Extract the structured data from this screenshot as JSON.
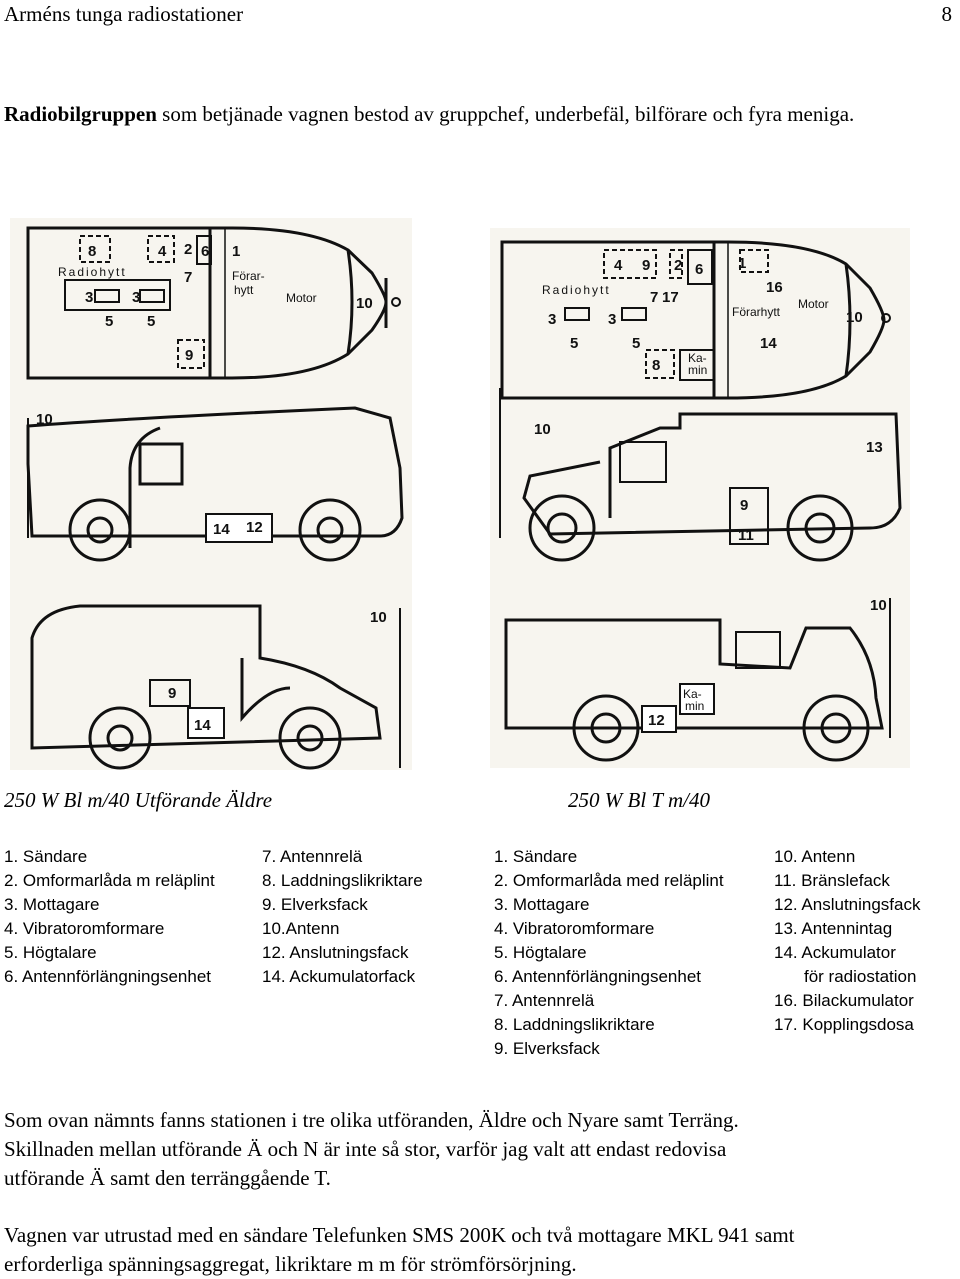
{
  "header": {
    "title": "Arméns tunga radiostationer",
    "page_number": "8"
  },
  "intro": {
    "bold": "Radiobilgruppen",
    "text": " som betjänade vagnen bestod av gruppchef, underbefäl, bilförare och fyra meniga."
  },
  "captions": {
    "left": "250 W Bl m/40 Utförande Äldre",
    "right": "250 W Bl T m/40"
  },
  "diagram_labels": {
    "radiohytt": "Radiohytt",
    "forarhytt_a": "Förar-",
    "forarhytt_b": "hytt",
    "forarhytt": "Förarhytt",
    "motor": "Motor",
    "kamin_a": "Ka-",
    "kamin_b": "min"
  },
  "legend_left_col1": [
    "1. Sändare",
    "2. Omformarlåda m reläplint",
    "3. Mottagare",
    "4. Vibratoromformare",
    "5. Högtalare",
    "6. Antennförlängningsenhet"
  ],
  "legend_left_col2": [
    "7. Antennrelä",
    "8. Laddningslikriktare",
    "9. Elverksfack",
    "10.Antenn",
    "12. Anslutningsfack",
    "14. Ackumulatorfack"
  ],
  "legend_right_col1": [
    "1. Sändare",
    "2. Omformarlåda med reläplint",
    "3. Mottagare",
    "4. Vibratoromformare",
    "5. Högtalare",
    "6. Antennförlängningsenhet",
    "7. Antennrelä",
    "8. Laddningslikriktare",
    "9. Elverksfack"
  ],
  "legend_right_col2": [
    "10. Antenn",
    "11. Bränslefack",
    "12. Anslutningsfack",
    "13. Antennintag",
    "14. Ackumulator",
    "för radiostation",
    "16. Bilackumulator",
    "17. Kopplingsdosa"
  ],
  "paragraph2": [
    "Som ovan nämnts fanns stationen i tre olika utföranden, Äldre och Nyare samt Terräng.",
    "Skillnaden mellan utförande Ä och N är inte så stor, varför jag valt att endast redovisa",
    "utförande Ä samt den terränggående T."
  ],
  "paragraph3": [
    "Vagnen var utrustad med en sändare Telefunken SMS 200K och två mottagare MKL 941 samt",
    "erforderliga spänningsaggregat, likriktare m m för strömförsörjning."
  ]
}
